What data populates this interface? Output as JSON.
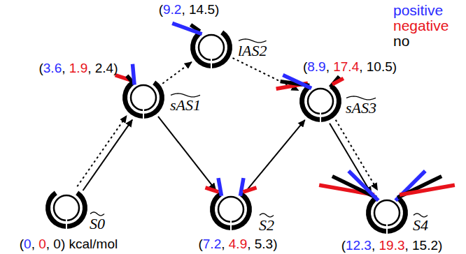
{
  "diagram": {
    "nodes": [
      {
        "text": [
          "S0",
          "(0, 0, 0) kcal/mol"
        ]
      },
      {
        "text": [
          "sAS1",
          "(3.6, 1.9, 2.4)"
        ]
      },
      {
        "text": [
          "lAS2",
          "(9.2, 14.5)"
        ]
      },
      {
        "text": [
          "S2",
          "(7.2, 4.9, 5.3)"
        ]
      },
      {
        "text": [
          "sAS3",
          "(8.9, 17.4, 10.5)"
        ]
      },
      {
        "text": [
          "S4",
          "(12.3, 19.3, 15.2)"
        ]
      }
    ],
    "edges": [
      {
        "from": 0,
        "to": 1,
        "arrow": "to"
      },
      {
        "from": 0,
        "to": 1,
        "arrow": "to"
      },
      {
        "from": 1,
        "to": 2,
        "arrow": "to"
      },
      {
        "from": 1,
        "to": 3,
        "arrow": "to"
      },
      {
        "from": 2,
        "to": 4,
        "arrow": "to"
      },
      {
        "from": 3,
        "to": 4,
        "arrow": "to"
      },
      {
        "from": 4,
        "to": 5,
        "arrow": "to"
      },
      {
        "from": 4,
        "to": 5,
        "arrow": "to"
      }
    ],
    "legend": [
      {
        "text": "positive",
        "color": "#2b2bff"
      },
      {
        "text": "negative",
        "color": "#e8131c"
      },
      {
        "text": "no",
        "color": "#000000"
      }
    ]
  }
}
